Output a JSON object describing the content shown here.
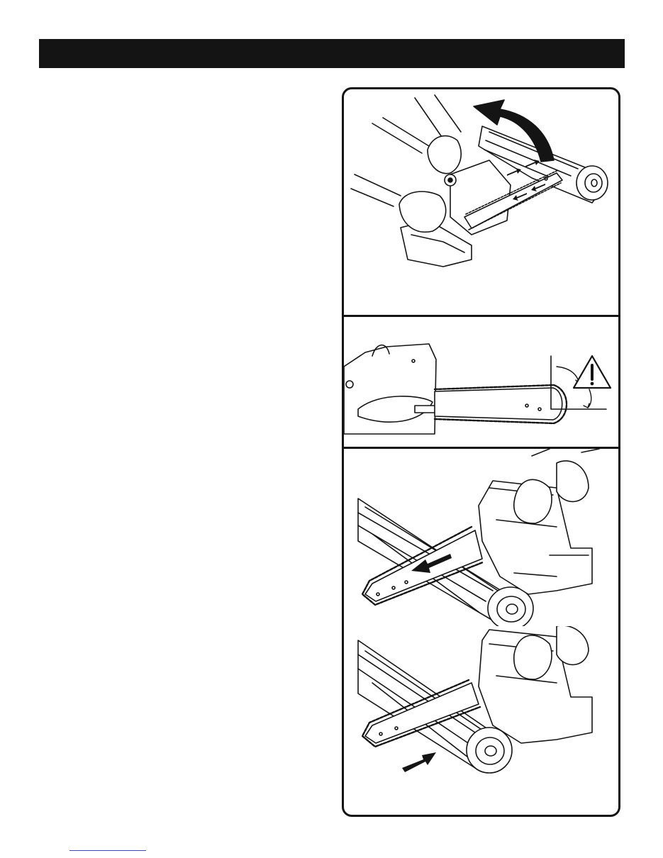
{
  "header": {
    "title": "",
    "bar_color": "#141414"
  },
  "figures": [
    {
      "id": "lift-chainsaw-from-log",
      "icons": [
        "gloved-hands",
        "chainsaw",
        "log",
        "curved-arrow-up",
        "chain-direction-arrows"
      ]
    },
    {
      "id": "chain-bar-tip-warning",
      "icons": [
        "chainsaw-side",
        "guide-bar",
        "angle-indicator",
        "warning-triangle-icon"
      ]
    },
    {
      "id": "overbuck-cut",
      "icons": [
        "gloved-hands",
        "chainsaw",
        "log",
        "pull-arrow"
      ]
    },
    {
      "id": "underbuck-cut",
      "icons": [
        "gloved-hands",
        "chainsaw",
        "log",
        "push-arrow"
      ]
    }
  ],
  "footer": {
    "link_color": "#3a49b8"
  }
}
